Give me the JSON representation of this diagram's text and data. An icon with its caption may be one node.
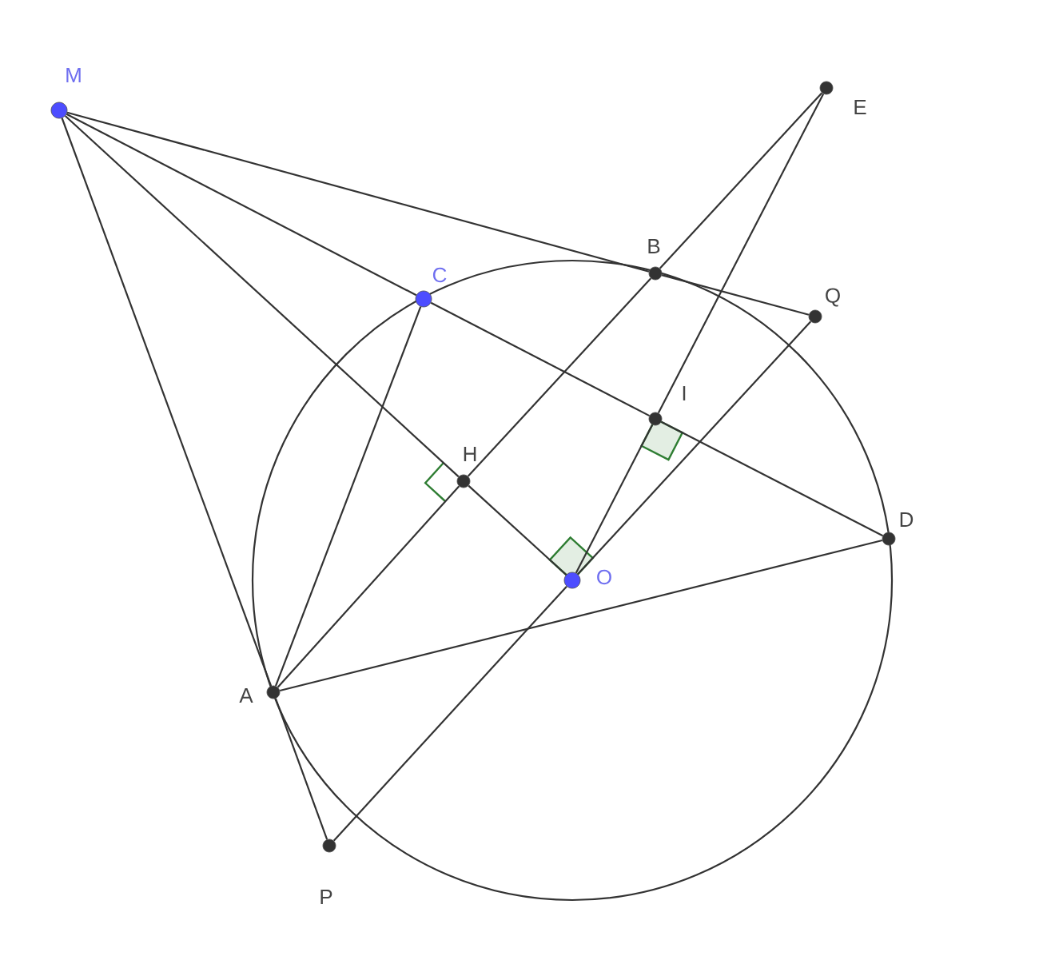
{
  "diagram": {
    "nodes": [
      {
        "text": [
          "M"
        ]
      },
      {
        "text": [
          "E"
        ]
      },
      {
        "text": [
          "B"
        ]
      },
      {
        "text": [
          "C"
        ]
      },
      {
        "text": [
          "Q"
        ]
      },
      {
        "text": [
          "I"
        ]
      },
      {
        "text": [
          "H"
        ]
      },
      {
        "text": [
          "D"
        ]
      },
      {
        "text": [
          "O"
        ]
      },
      {
        "text": [
          "A"
        ]
      },
      {
        "text": [
          "P"
        ]
      }
    ],
    "edges": [
      {
        "from": 0,
        "to": 9,
        "arrow": "none"
      },
      {
        "from": 9,
        "to": 10,
        "arrow": "none"
      },
      {
        "from": 0,
        "to": 2,
        "arrow": "none"
      },
      {
        "from": 2,
        "to": 4,
        "arrow": "none"
      },
      {
        "from": 0,
        "to": 3,
        "arrow": "none"
      },
      {
        "from": 3,
        "to": 5,
        "arrow": "none"
      },
      {
        "from": 5,
        "to": 7,
        "arrow": "none"
      },
      {
        "from": 0,
        "to": 6,
        "arrow": "none"
      },
      {
        "from": 6,
        "to": 8,
        "arrow": "none"
      },
      {
        "from": 9,
        "to": 3,
        "arrow": "none"
      },
      {
        "from": 9,
        "to": 6,
        "arrow": "none"
      },
      {
        "from": 6,
        "to": 2,
        "arrow": "none"
      },
      {
        "from": 2,
        "to": 1,
        "arrow": "none"
      },
      {
        "from": 9,
        "to": 7,
        "arrow": "none"
      },
      {
        "from": 1,
        "to": 5,
        "arrow": "none"
      },
      {
        "from": 5,
        "to": 8,
        "arrow": "none"
      },
      {
        "from": 10,
        "to": 8,
        "arrow": "none"
      },
      {
        "from": 8,
        "to": 4,
        "arrow": "none"
      }
    ]
  }
}
